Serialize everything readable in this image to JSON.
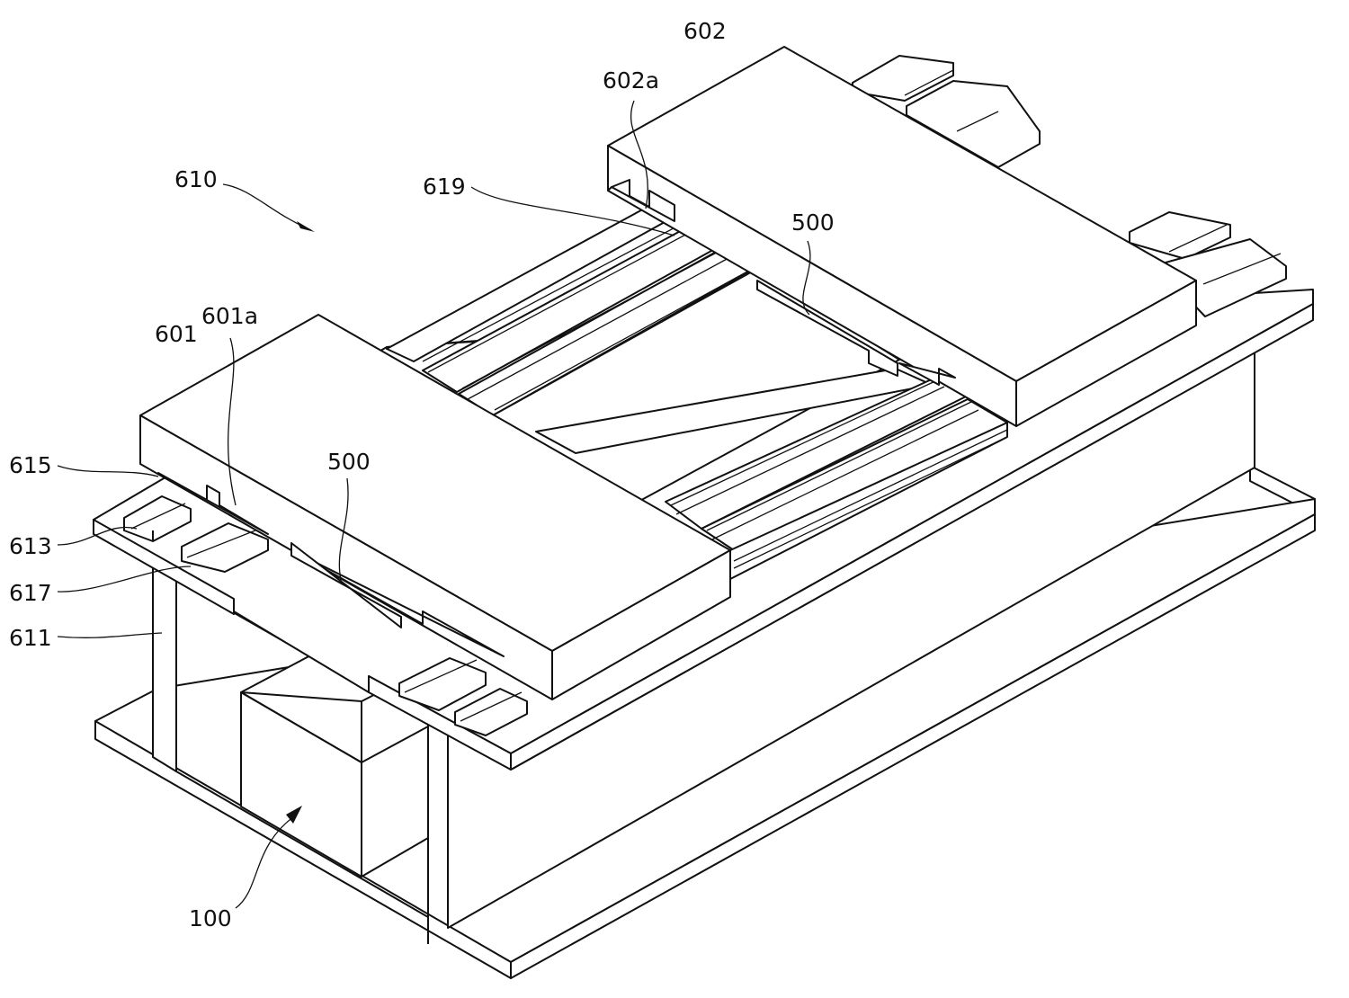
{
  "figure": {
    "labels": {
      "l610": "610",
      "l602": "602",
      "l602a": "602a",
      "l619": "619",
      "l500_upper": "500",
      "l601": "601",
      "l601a": "601a",
      "l615": "615",
      "l500_lower": "500",
      "l613": "613",
      "l617": "617",
      "l611": "611",
      "l100": "100"
    }
  }
}
